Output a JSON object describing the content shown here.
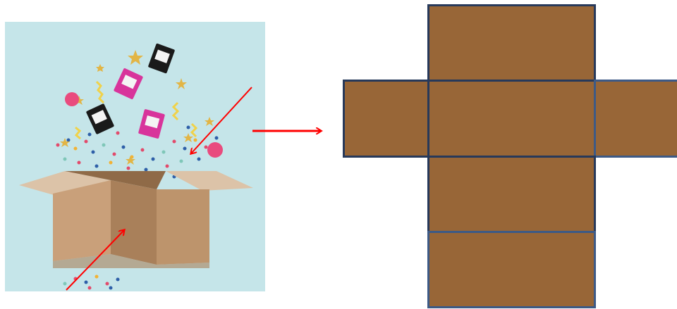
{
  "illustration": {
    "subject": "open-cardboard-box-with-flying-ink-cartridges-and-confetti",
    "background_color": "#c5e5e9",
    "box_color": "#c9a07a",
    "cartridge_colors": [
      "#1a1a1a",
      "#d8349b"
    ]
  },
  "arrows": {
    "color": "#ff0000",
    "items": [
      "arrow-to-box-front",
      "arrow-to-box-inside",
      "arrow-to-net"
    ]
  },
  "box_net": {
    "face_color": "#986637",
    "border_color": "#27395a",
    "border_color_light": "#3d5a86",
    "faces": [
      "top-flap",
      "left-side",
      "center-base",
      "right-side",
      "front",
      "bottom-flap"
    ]
  }
}
